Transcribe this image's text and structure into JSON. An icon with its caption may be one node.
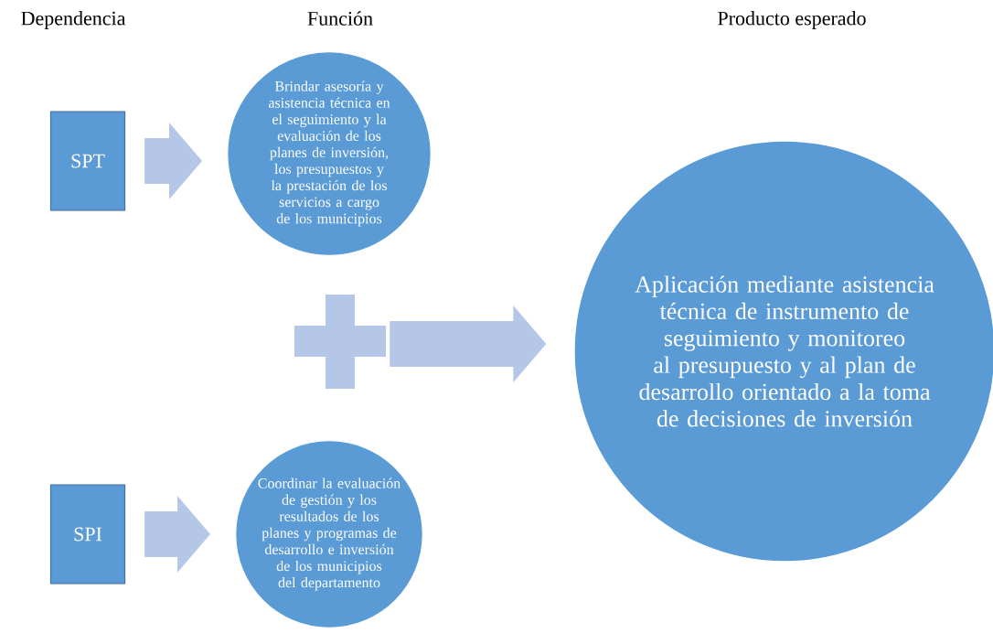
{
  "diagram": {
    "nodes": [
      {
        "text": [
          "SPT"
        ]
      },
      {
        "text": [
          "Brindar asesoría y asistencia técnica en el seguimiento y la evaluación de los planes de inversión, los presupuestos y la prestación de los servicios a cargo de los municipios"
        ]
      },
      {
        "text": [],
        "shape": "plus"
      },
      {
        "text": [
          "Aplicación mediante asistencia técnica de instrumento de seguimiento y monitoreo al presupuesto y al plan de desarrollo orientado a la toma de decisiones de inversión"
        ]
      },
      {
        "text": [
          "SPI"
        ]
      },
      {
        "text": [
          "Coordinar la evaluación de gestión y los resultados de los planes y programas de desarrollo e inversión de los municipios del departamento"
        ]
      }
    ],
    "edges": [
      {
        "from": 0,
        "to": 1,
        "arrow": "to"
      },
      {
        "from": 2,
        "to": 3,
        "arrow": "to"
      },
      {
        "from": 4,
        "to": 5,
        "arrow": "to"
      }
    ],
    "labels": [
      "Dependencia",
      "Función",
      "Producto esperado"
    ]
  }
}
